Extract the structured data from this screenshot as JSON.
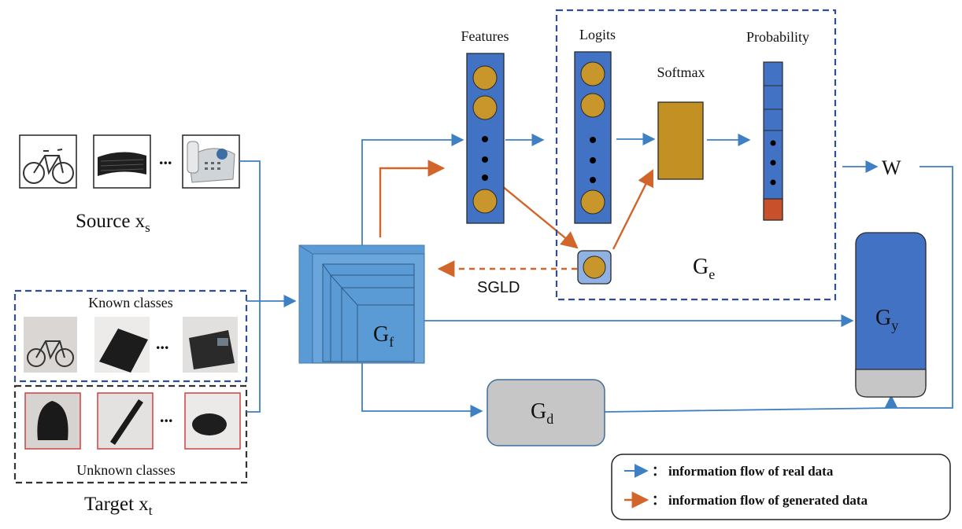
{
  "source": {
    "label_main": "Source x",
    "label_sub": "s",
    "images": [
      "bicycle",
      "keyboard",
      "telephone"
    ],
    "ellipsis": "..."
  },
  "target": {
    "label_main": "Target x",
    "label_sub": "t",
    "known": {
      "title": "Known classes",
      "images": [
        "bicycle",
        "keyboard",
        "telephone"
      ],
      "ellipsis": "..."
    },
    "unknown": {
      "title": "Unknown classes",
      "images": [
        "backpack",
        "pen",
        "mouse"
      ],
      "ellipsis": "..."
    }
  },
  "blocks": {
    "gf": {
      "main": "G",
      "sub": "f"
    },
    "gd": {
      "main": "G",
      "sub": "d"
    },
    "gy": {
      "main": "G",
      "sub": "y"
    },
    "ge": {
      "main": "G",
      "sub": "e"
    }
  },
  "labels": {
    "features": "Features",
    "logits": "Logits",
    "softmax": "Softmax",
    "probability": "Probability",
    "w": "W",
    "sgld": "SGLD"
  },
  "legend": {
    "real_sep": "：",
    "real": "information flow of real data",
    "generated_sep": "：",
    "generated": "information flow of generated data"
  },
  "colors": {
    "real_flow": "#3f7fc4",
    "generated_flow": "#d2652a",
    "column_blue": "#4272c4",
    "node_gold": "#c8962a",
    "softmax_gold": "#c39024",
    "probability_red": "#c8502a",
    "cube_blue": "#5b9bd5",
    "gd_gray": "#c6c6c6",
    "known_border": "#2f4f8f",
    "unknown_border": "#333333"
  }
}
